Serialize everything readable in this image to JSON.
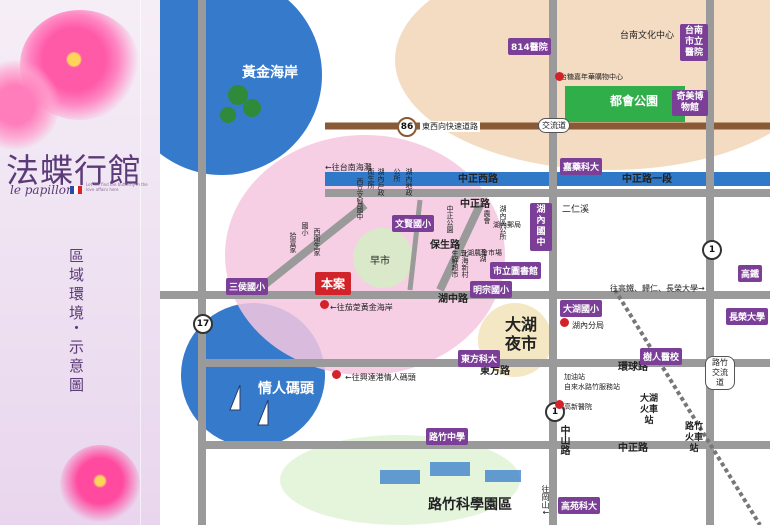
{
  "brand": {
    "title": "法蝶行館",
    "subtitle": "le papillon",
    "tiny": "Let me find the butterfly in the love affairs here",
    "col1": "區域環境",
    "col2": "・示意圖"
  },
  "map": {
    "areas": {
      "golden_coast": "黃金海岸",
      "lovers_wharf": "情人碼頭",
      "night_market": "大湖夜市",
      "science_park": "路竹科學園區",
      "metro_park": "都會公園",
      "culture_center": "台南文化中心",
      "morning_market": "早市",
      "project": "本案",
      "gold_brand": "奇美博物館"
    },
    "roads": {
      "east_west_expressway": "東西向快速道路",
      "zhongzheng_w": "中正西路",
      "zhongzheng_1": "中正路一段",
      "zhongzheng_mid": "中正路",
      "baosheng": "保生路",
      "huzhong": "湖中路",
      "huannan": "環球路",
      "dongfang": "東方路",
      "zhongshan": "中山路",
      "zhongzheng_s": "中正路",
      "erertwo": "二仁溪",
      "lai_pei": "往高鐵、歸仁、長榮大學→",
      "to_tainan_coast": "←往台南海灘",
      "to_gold_coast": "←往茄萣黃金海岸",
      "to_xingda": "←往興達港情人碼頭",
      "to_gangshan": "往岡山↓",
      "jiaoliudao": "交流道",
      "luzhu_jiaoliudao": "路竹交流道"
    },
    "shields": {
      "r86": "86",
      "r17": "17",
      "r1a": "1",
      "r1b": "1"
    },
    "labels": {
      "hosp814": "814醫院",
      "tainan_hospital": "台南市立醫院",
      "chimei": "奇美博物館",
      "jianan_tech": "嘉藥科大",
      "hunei_jh": "湖內國中",
      "wenxian_es": "文賢國小",
      "sanhou_es": "三侯國小",
      "mingde_es": "明宗國小",
      "dahu_es": "大湖國小",
      "dongfang_tech": "東方科大",
      "shuren_hs": "樹人醫校",
      "changrong": "長榮大學",
      "gaotie": "高鐵",
      "luzhu_jh": "路竹中學",
      "dahu_station": "大湖火車站",
      "luzhu_station": "路竹火車站",
      "gaoyuan_tech": "高苑科大",
      "library": "市立圖書館"
    },
    "pois": {
      "pinglan": "台糖嘉年華購物中心",
      "huanan_branch": "湖內分局",
      "sanhe_market": "五湖農會市場",
      "farmers": "湖內郵局",
      "zhouji": "高新醫院",
      "tshop": "自來水路竹服務站",
      "gas": "加油站",
      "col_a": "西立文賢國中",
      "col_b": "衛生所",
      "col_c": "湖內戶政",
      "col_d": "公所",
      "col_e": "湖內地政",
      "col_f": "拾壹家",
      "col_g": "國小",
      "col_h": "西衛生家",
      "col_i": "五湖",
      "col_j": "北海新村",
      "col_k": "生鮮超市",
      "col_l": "中正公園",
      "col_m": "湖內區公所",
      "col_n": "農會"
    }
  },
  "colors": {
    "brand_purple": "#5b3a78",
    "road": "#9a9a9a",
    "river": "#2f79c8",
    "label_purple": "#7b3f98",
    "project_red": "#d2232a",
    "zone_pink": "#f4c7e0",
    "zone_peach": "#f4dcc2",
    "zone_blue": "#2a73c8"
  }
}
